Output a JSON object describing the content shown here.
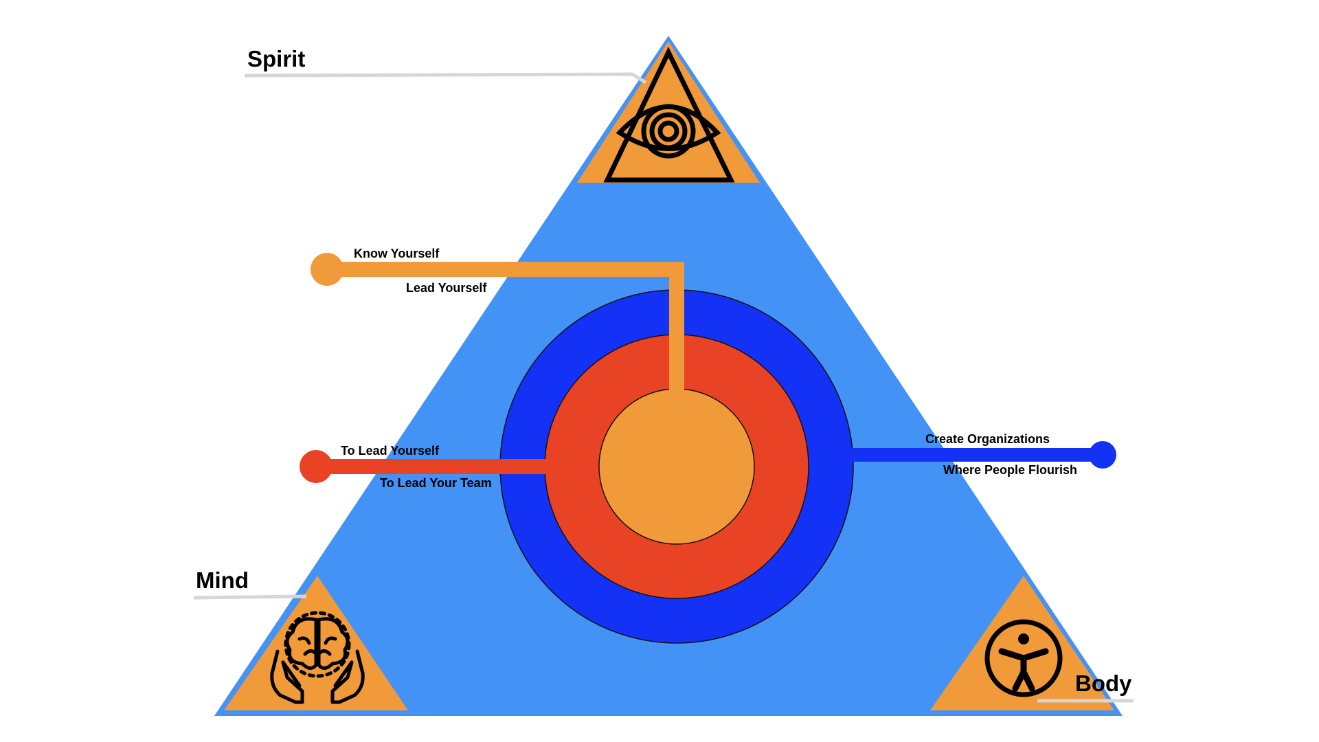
{
  "corners": {
    "spirit": {
      "label": "Spirit",
      "icon": "eye-in-triangle-icon"
    },
    "mind": {
      "label": "Mind",
      "icon": "brain-in-hands-icon"
    },
    "body": {
      "label": "Body",
      "icon": "person-in-circle-icon"
    }
  },
  "callouts": {
    "know": {
      "line1": "Know Yourself",
      "line2": "Lead Yourself"
    },
    "lead": {
      "line1": "To Lead Yourself",
      "line2": "To Lead Your Team"
    },
    "org": {
      "line1": "Create Organizations",
      "line2": "Where People Flourish"
    }
  },
  "colors": {
    "triangle": "#4392F5",
    "orange": "#F09A3A",
    "red": "#E94326",
    "blue": "#1432F6",
    "leader_gray": "#D6D6D6"
  }
}
